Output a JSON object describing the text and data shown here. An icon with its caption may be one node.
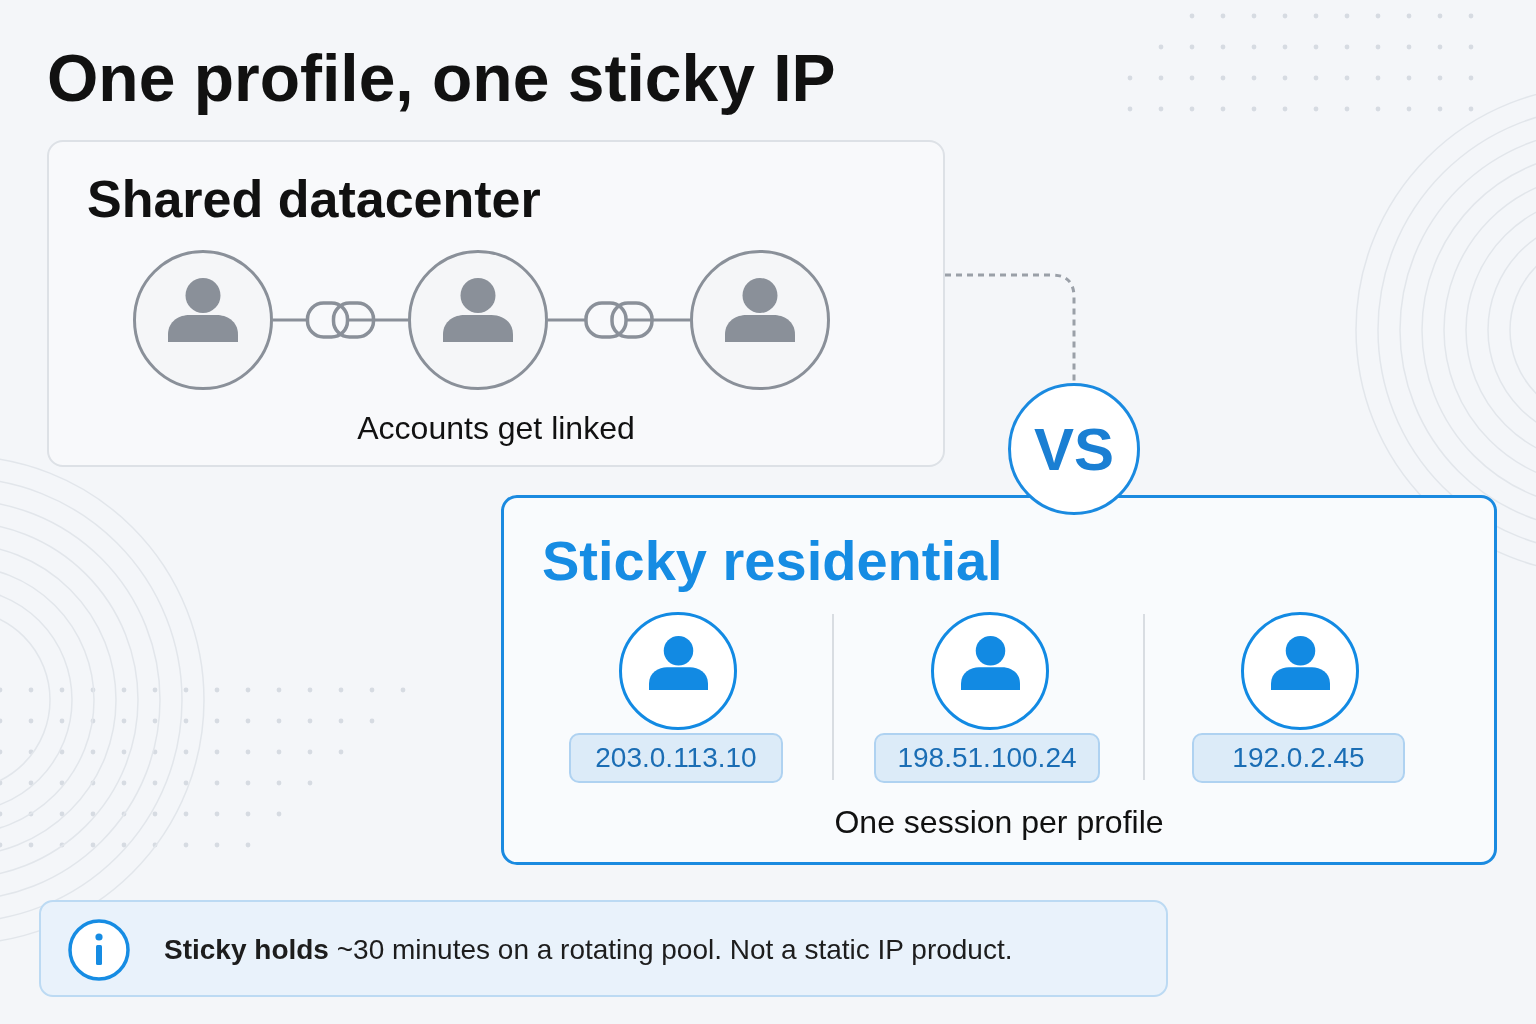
{
  "diagram": {
    "title": "One profile, one sticky IP",
    "nodes": [
      {
        "text": [
          "Shared datacenter",
          "Accounts get linked"
        ]
      },
      {
        "text": [],
        "shape": "person",
        "in": 0
      },
      {
        "text": [],
        "shape": "person",
        "in": 0
      },
      {
        "text": [],
        "shape": "person",
        "in": 0
      },
      {
        "text": [
          "VS"
        ]
      },
      {
        "text": [
          "Sticky residential",
          "One session per profile"
        ]
      },
      {
        "text": [],
        "shape": "person",
        "in": 5
      },
      {
        "text": [
          "203.0.113.10"
        ],
        "in": 5
      },
      {
        "text": [],
        "shape": "person",
        "in": 5
      },
      {
        "text": [
          "198.51.100.24"
        ],
        "in": 5
      },
      {
        "text": [],
        "shape": "person",
        "in": 5
      },
      {
        "text": [
          "192.0.2.45"
        ],
        "in": 5
      },
      {
        "text": [
          "**Sticky holds** ~30 minutes on a rotating pool. Not a static IP product."
        ]
      }
    ],
    "edges": [
      {
        "from": 1,
        "to": 2,
        "arrow": "none"
      },
      {
        "from": 2,
        "to": 3,
        "arrow": "none"
      },
      {
        "from": 0,
        "to": 4,
        "arrow": "none",
        "style": "dashed"
      }
    ]
  }
}
